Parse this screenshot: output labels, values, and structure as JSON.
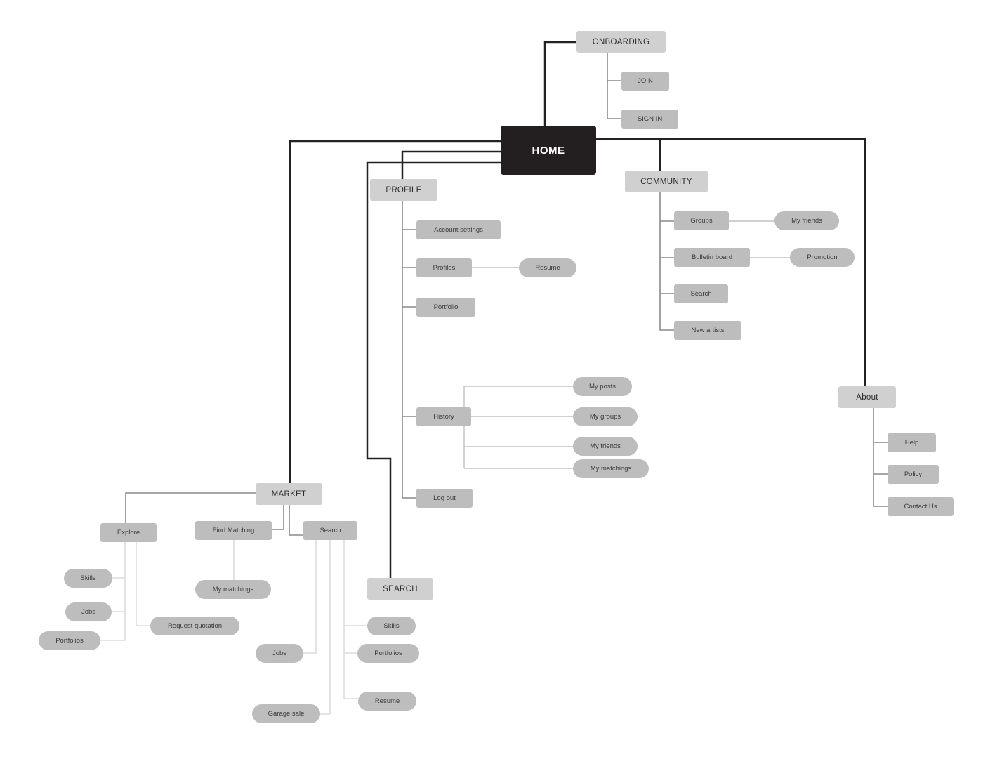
{
  "colors": {
    "home": "#231f20",
    "primary": "#d0d0d0",
    "secondary": "#bdbdbd",
    "line_main": "#222222",
    "line_mid": "#8a8a8a",
    "line_light": "#dcdcdc"
  },
  "home": "HOME",
  "onboarding": {
    "label": "ONBOARDING",
    "join": "JOIN",
    "sign_in": "SIGN IN"
  },
  "profile": {
    "label": "PROFILE",
    "account_settings": "Account settings",
    "profiles": "Profiles",
    "resume": "Resume",
    "portfolio": "Portfolio",
    "history": "History",
    "my_posts": "My posts",
    "my_groups": "My groups",
    "my_friends": "My friends",
    "my_matchings": "My matchings",
    "log_out": "Log out"
  },
  "community": {
    "label": "COMMUNITY",
    "groups": "Groups",
    "my_friends": "My friends",
    "bulletin_board": "Bulletin board",
    "promotion": "Promotion",
    "search": "Search",
    "new_artists": "New artists"
  },
  "about": {
    "label": "About",
    "help": "Help",
    "policy": "Policy",
    "contact_us": "Contact Us"
  },
  "market": {
    "label": "MARKET",
    "explore": "Explore",
    "skills": "Skills",
    "jobs": "Jobs",
    "portfolios": "Portfolios",
    "request_quotation": "Request quotation",
    "find_matching": "Find Matching",
    "my_matchings": "My matchings",
    "search": "Search",
    "search_jobs": "Jobs",
    "garage_sale": "Garage sale"
  },
  "search": {
    "label": "SEARCH",
    "skills": "Skills",
    "portfolios": "Portfolios",
    "resume": "Resume"
  }
}
